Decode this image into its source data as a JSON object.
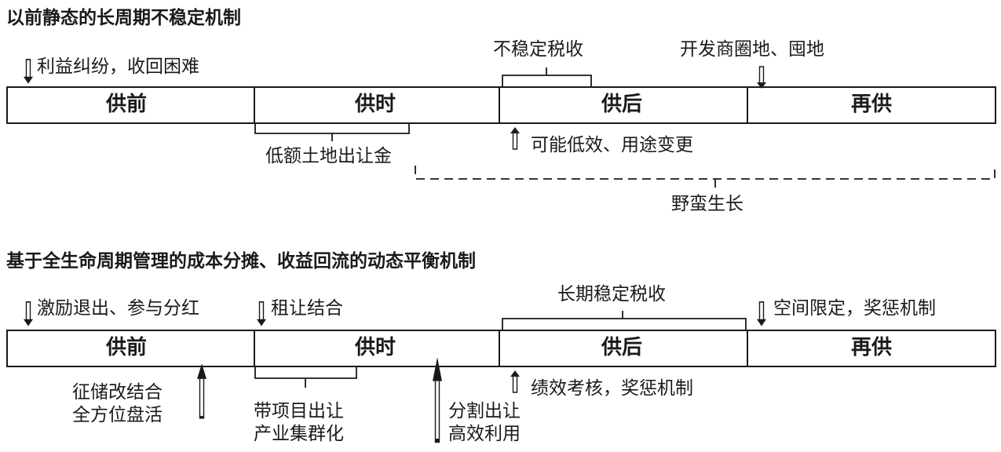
{
  "top": {
    "title": "以前静态的长周期不稳定机制",
    "phases": [
      "供前",
      "供时",
      "供后",
      "再供"
    ],
    "labels": {
      "disputes": "利益纠纷，收回困难",
      "unstable_tax": "不稳定税收",
      "developer_land": "开发商圈地、囤地",
      "low_transfer": "低额土地出让金",
      "low_efficiency": "可能低效、用途变更",
      "wild_growth": "野蛮生长"
    }
  },
  "bottom": {
    "title": "基于全生命周期管理的成本分摊、收益回流的动态平衡机制",
    "phases": [
      "供前",
      "供时",
      "供后",
      "再供"
    ],
    "labels": {
      "incentive_exit": "激励退出、参与分红",
      "lease_combo": "租让结合",
      "long_tax": "长期稳定税收",
      "space_limit": "空间限定，奖惩机制",
      "revitalize": [
        "征储改结合",
        "全方位盘活"
      ],
      "project_transfer": [
        "带项目出让",
        "产业集群化"
      ],
      "split_transfer": [
        "分割出让",
        "高效利用"
      ],
      "performance": "绩效考核，奖惩机制"
    }
  }
}
